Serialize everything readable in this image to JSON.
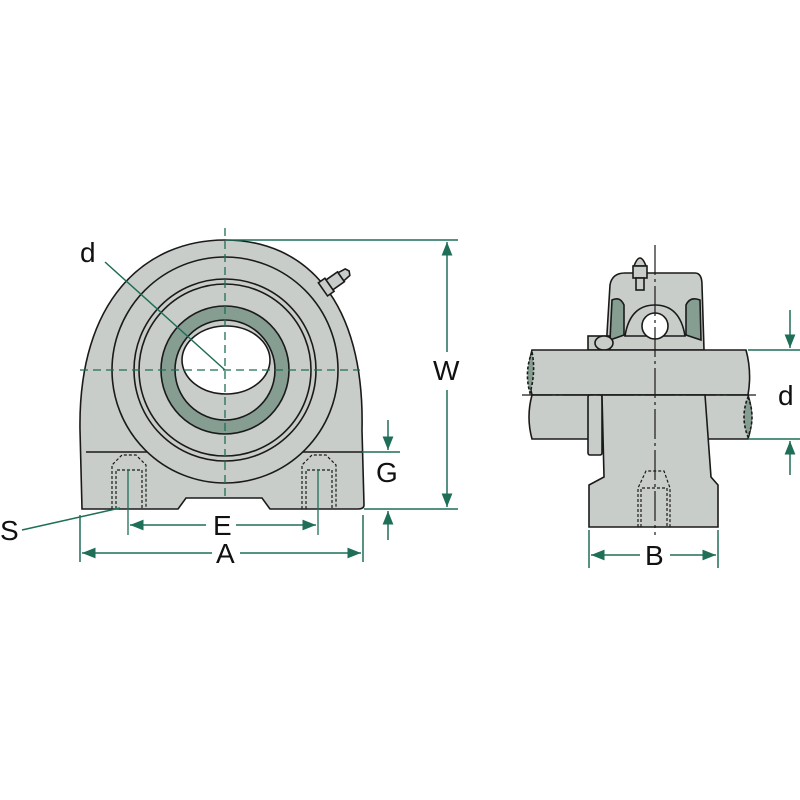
{
  "labels": {
    "d_front": "d",
    "W": "W",
    "G": "G",
    "S": "S",
    "E": "E",
    "A": "A",
    "d_side": "d",
    "B": "B"
  },
  "colors": {
    "body": "#c9cdc9",
    "ring_dark": "#869e92",
    "dimension": "#1f6e58",
    "outline": "#1a1a1a"
  }
}
